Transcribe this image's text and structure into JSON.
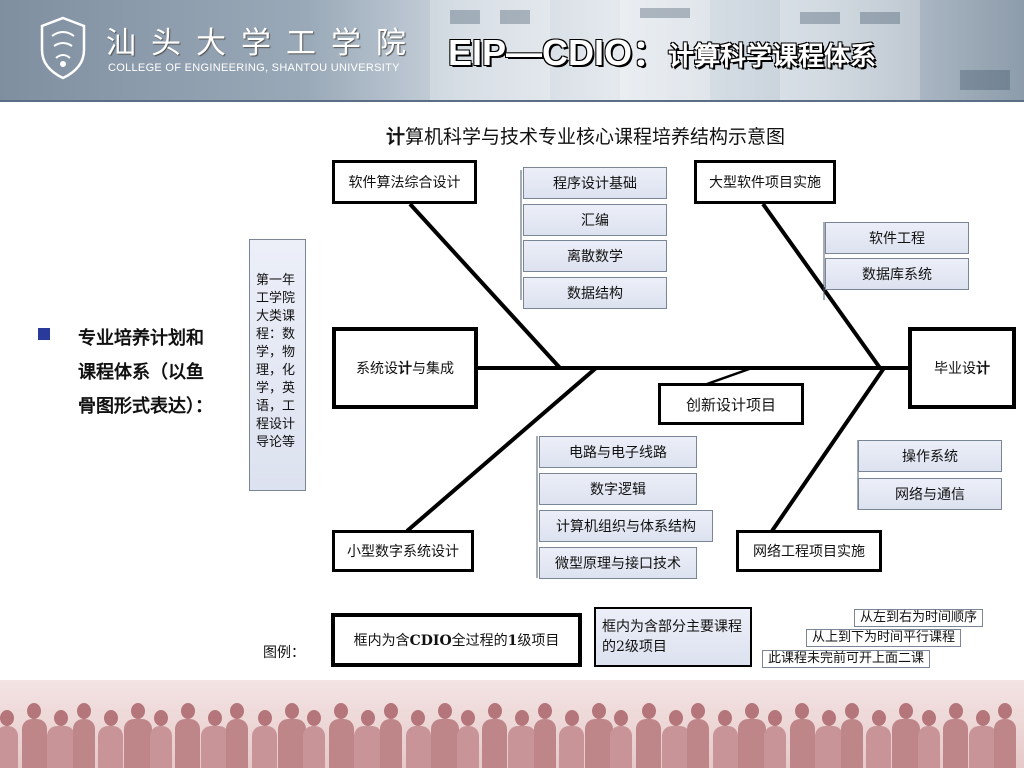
{
  "header": {
    "school_cn": "汕头大学工学院",
    "school_en": "COLLEGE OF ENGINEERING, SHANTOU UNIVERSITY",
    "title_en": "EIP—CDIO：",
    "title_cn": "计算科学课程体系"
  },
  "diagram": {
    "title_bold": "计",
    "title_rest": "算机科学与技术专业核心课程培养结构示意图",
    "first_year": "第一年工学院大类课程：数学，物理，化学，英语，工程设计导论等",
    "level1": {
      "software_algorithm": "软件算法综合设计",
      "large_software": "大型软件项目实施",
      "system_design_pre": "系统设",
      "system_design_bold": "计",
      "system_design_post": "与集成",
      "graduation_pre": "毕业设",
      "graduation_bold": "计",
      "small_digital": "小型数字系统设计",
      "network_project": "网络工程项目实施",
      "innovation": "创新设计项目"
    },
    "level2_upper_left": [
      "程序设计基础",
      "汇编",
      "离散数学",
      "数据结构"
    ],
    "level2_upper_right": [
      "软件工程",
      "数据库系统"
    ],
    "level2_lower_left": [
      "电路与电子线路",
      "数字逻辑",
      "计算机组织与体系结构",
      "微型原理与接口技术"
    ],
    "level2_lower_right": [
      "操作系统",
      "网络与通信"
    ]
  },
  "bullet": {
    "text": "专业培养计划和课程体系（以鱼骨图形式表达）："
  },
  "legend": {
    "label": "图例：",
    "level1_pre": "框内为含",
    "level1_cdio": "CDIO",
    "level1_mid": "全过程的",
    "level1_num": "1",
    "level1_post": "级项目",
    "level2": "框内为含部分主要课程的2级项目",
    "notes": [
      "从左到右为时间顺序",
      "从上到下为时间平行课程",
      "此课程未完前可开上面二课"
    ]
  },
  "colors": {
    "bullet": "#2a3a9a",
    "header_line": "#5a6e86",
    "footer_figures": "#c99497"
  }
}
